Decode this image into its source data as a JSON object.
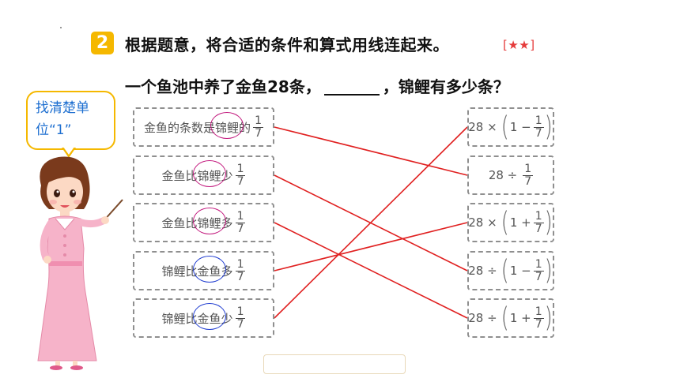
{
  "header": {
    "number": "2",
    "instruction": "根据题意，将合适的条件和算式用线连起来。",
    "stars": "[★★]"
  },
  "question": {
    "before": "一个鱼池中养了金鱼28条，",
    "after": "，锦鲤有多少条？"
  },
  "tip_bubble": {
    "text": "找清楚单位“1”"
  },
  "fraction": {
    "num": "1",
    "den": "7"
  },
  "conditions": [
    {
      "pre": "金鱼的条数是",
      "hl": "锦鲤",
      "post": "的",
      "oval": "pink"
    },
    {
      "pre": "金鱼比",
      "hl": "锦鲤",
      "post": "少",
      "oval": "pink"
    },
    {
      "pre": "金鱼比",
      "hl": "锦鲤",
      "post": "多",
      "oval": "pink"
    },
    {
      "pre": "锦鲤比",
      "hl": "金鱼",
      "post": "多",
      "oval": "blue"
    },
    {
      "pre": "锦鲤比",
      "hl": "金鱼",
      "post": "少",
      "oval": "blue"
    }
  ],
  "formulas": [
    {
      "lead": "28 ×",
      "inner": "1 −",
      "paren": true
    },
    {
      "lead": "28 ÷",
      "inner": "",
      "paren": false
    },
    {
      "lead": "28 ×",
      "inner": "1 +",
      "paren": true
    },
    {
      "lead": "28 ÷",
      "inner": "1 −",
      "paren": true
    },
    {
      "lead": "28 ÷",
      "inner": "1 +",
      "paren": true
    }
  ],
  "connections": [
    [
      0,
      1
    ],
    [
      1,
      3
    ],
    [
      2,
      4
    ],
    [
      3,
      2
    ],
    [
      4,
      0
    ]
  ],
  "colors": {
    "badge": "#f5b800",
    "stars": "#e53b3b",
    "bubble_border": "#f5b800",
    "bubble_text": "#1e6fd0",
    "lines": "#e02020",
    "oval_pink": "#c2187d",
    "oval_blue": "#1e3bd0"
  },
  "icons": {
    "teacher": "teacher-with-pointer-illustration"
  }
}
